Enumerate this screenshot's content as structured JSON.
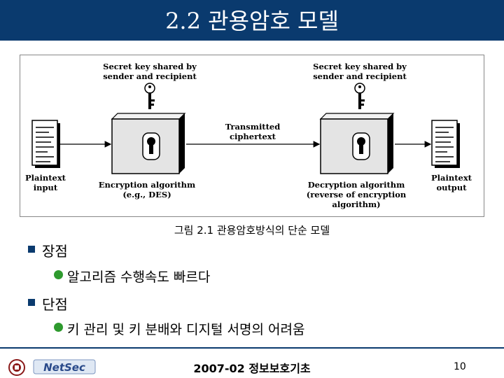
{
  "slide": {
    "title": "2.2 관용암호 모델"
  },
  "diagram": {
    "key_left_label": [
      "Secret key shared by",
      "sender and recipient"
    ],
    "key_right_label": [
      "Secret key shared by",
      "sender and recipient"
    ],
    "channel_label": [
      "Transmitted",
      "ciphertext"
    ],
    "plaintext_input": [
      "Plaintext",
      "input"
    ],
    "plaintext_output": [
      "Plaintext",
      "output"
    ],
    "encryption": [
      "Encryption algorithm",
      "(e.g., DES)"
    ],
    "decryption": [
      "Decryption algorithm",
      "(reverse of encryption",
      "algorithm)"
    ]
  },
  "caption": "그림 2.1 관용암호방식의 단순 모델",
  "bullets": [
    {
      "heading": "장점",
      "sub": "알고리즘 수행속도 빠르다"
    },
    {
      "heading": "단점",
      "sub": "키 관리 및 키 분배와 디지털 서명의 어려움"
    }
  ],
  "footer": {
    "title": "2007-02 정보보호기초",
    "page": "10",
    "logo_text": "NetSec"
  },
  "colors": {
    "title_bar": "#0a3a6e",
    "bullet_square": "#0a3a6e",
    "bullet_dot": "#2e9a2e"
  }
}
